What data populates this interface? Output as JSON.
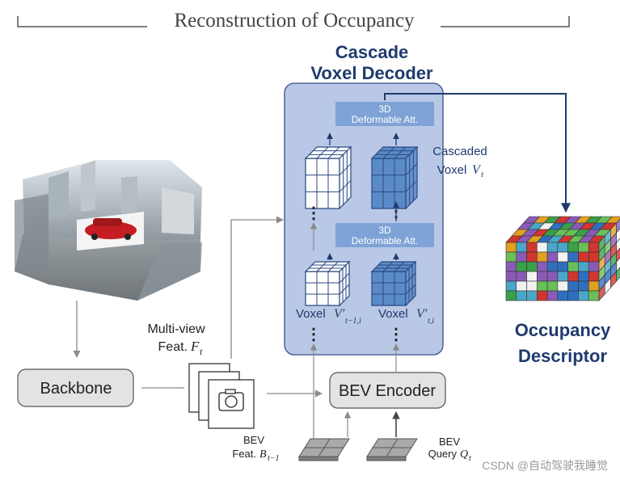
{
  "title": "Reconstruction of Occupancy",
  "decoder": {
    "heading_line1": "Cascade",
    "heading_line2": "Voxel Decoder",
    "attention_top": {
      "line1": "3D",
      "line2": "Deformable Att."
    },
    "attention_mid": {
      "line1": "3D",
      "line2": "Deformable Att."
    },
    "cascaded_label_line1": "Cascaded",
    "cascaded_label_line2": "Voxel",
    "cascaded_symbol": "V",
    "cascaded_sub": "t",
    "voxel_prev_label": "Voxel",
    "voxel_prev_symbol": "V′",
    "voxel_prev_sub": "t−1,i",
    "voxel_cur_label": "Voxel",
    "voxel_cur_symbol": "V′",
    "voxel_cur_sub": "t,i",
    "dots": "⋮"
  },
  "multiview": {
    "line1": "Multi-view",
    "line2": "Feat.",
    "symbol": "F",
    "sub": "t"
  },
  "backbone_label": "Backbone",
  "bev_encoder_label": "BEV Encoder",
  "bev_feat": {
    "line1": "BEV",
    "line2": "Feat.",
    "symbol": "B",
    "sub": "t−1"
  },
  "bev_query": {
    "line1": "BEV",
    "line2": "Query",
    "symbol": "Q",
    "sub": "t"
  },
  "occupancy": {
    "line1": "Occupancy",
    "line2": "Descriptor"
  },
  "watermark": "CSDN @自动驾驶我睡觉",
  "icons": [
    "surround-camera-image",
    "feature-stack-icon",
    "camera-icon",
    "voxel-cube-icon",
    "bev-grid-icon",
    "occupancy-grid-icon"
  ],
  "colors": {
    "decoder_fill": "#b9c8e6",
    "decoder_stroke": "#3b4f8a",
    "attention_fill": "#7fa3d6",
    "cube_light": "#ffffff",
    "cube_dark": "#5b8ac9",
    "heading_navy": "#1f3a6e",
    "box_gray": "#e3e3e3",
    "arrow_gray": "#8a8a8a"
  }
}
